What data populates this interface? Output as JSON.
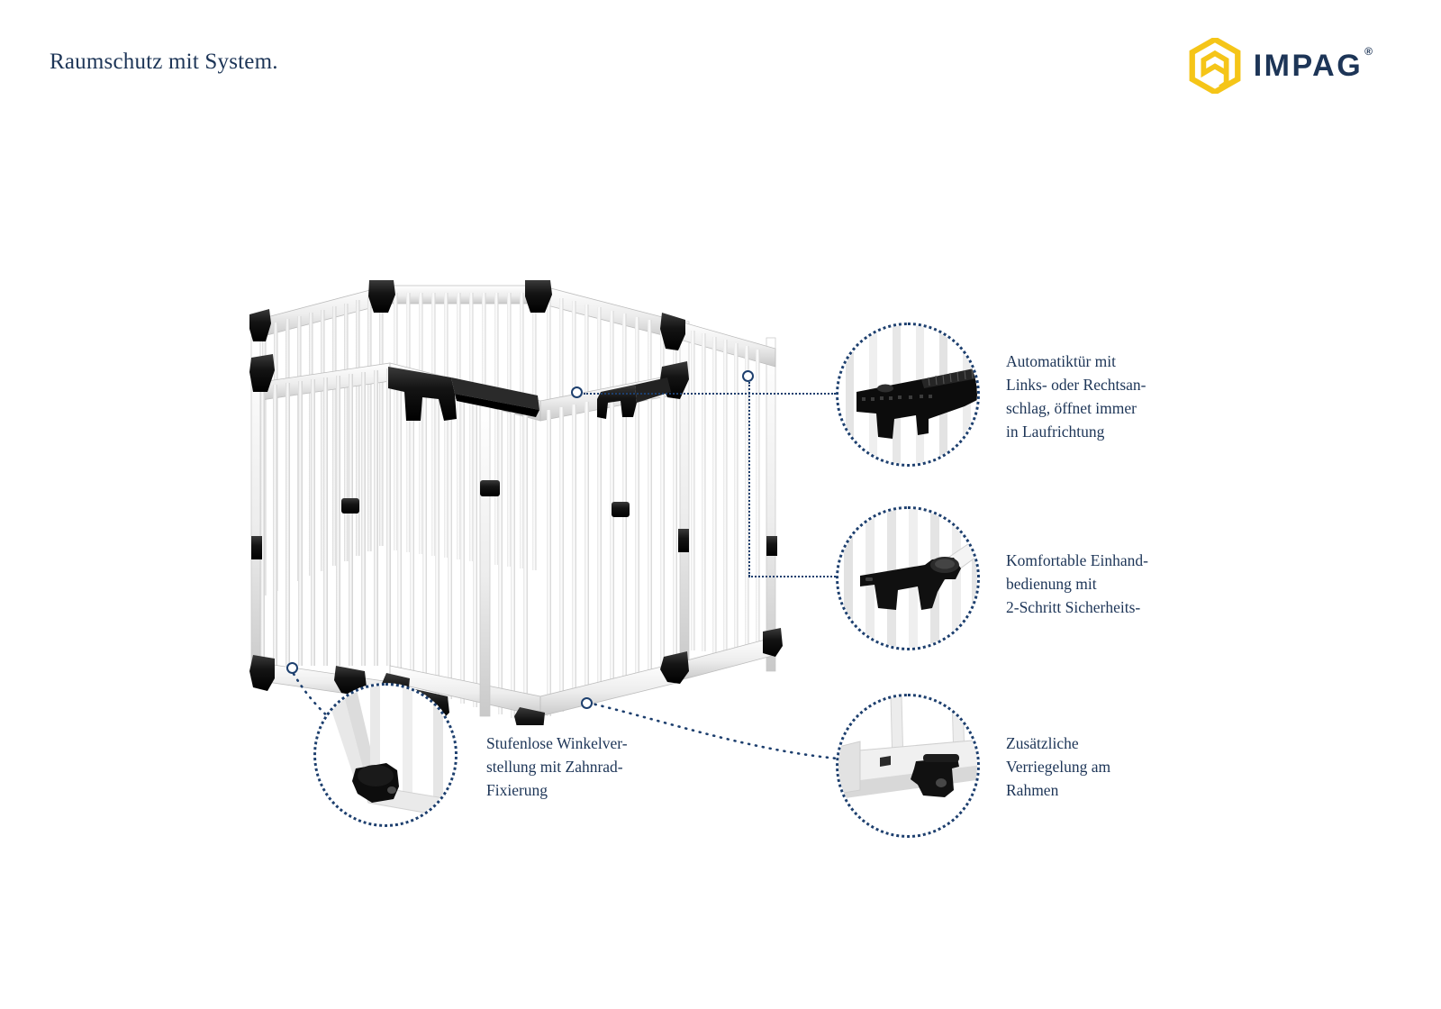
{
  "header": {
    "headline": "Raumschutz mit System.",
    "brand": "IMPAG",
    "registered_mark": "®",
    "logo_color": "#F5C518",
    "text_color": "#1d3557"
  },
  "colors": {
    "accent_blue": "#1d3f6e",
    "text_navy": "#1d3557",
    "logo_yellow": "#F5C518",
    "background": "#ffffff",
    "product_white": "#f2f2f2",
    "product_black": "#1a1a1a"
  },
  "product": {
    "name": "hexagonal-safety-gate-playpen",
    "panel_count": 6,
    "description": "Weisses sechseckiges Laufgitter / Kaminschutzgitter mit Tuer"
  },
  "callouts": [
    {
      "id": "automatiktuer",
      "image_name": "automatic-door-hinge-closeup",
      "text": "Automatiktür mit\nLinks- oder Rechtsan-\nschlag, öffnet immer\nin Laufrichtung",
      "lines": [
        "Automatiktür mit",
        "Links- oder Rechtsan-",
        "schlag, öffnet immer",
        "in Laufrichtung"
      ]
    },
    {
      "id": "einhandbedienung",
      "image_name": "one-hand-latch-closeup",
      "text": "Komfortable Einhand-\nbedienung mit\n2-Schritt Sicherheits-",
      "lines": [
        "Komfortable Einhand-",
        "bedienung mit",
        "2-Schritt Sicherheits-"
      ]
    },
    {
      "id": "verriegelung-rahmen",
      "image_name": "frame-lock-closeup",
      "text": "Zusätzliche\nVerriegelung am\nRahmen",
      "lines": [
        "Zusätzliche",
        "Verriegelung am",
        "Rahmen"
      ]
    },
    {
      "id": "winkelverstellung",
      "image_name": "gear-hinge-angle-adjustment-closeup",
      "text": "Stufenlose Winkelver-\nstellung mit Zahnrad-\nFixierung",
      "lines": [
        "Stufenlose Winkelver-",
        "stellung mit Zahnrad-",
        "Fixierung"
      ]
    }
  ]
}
